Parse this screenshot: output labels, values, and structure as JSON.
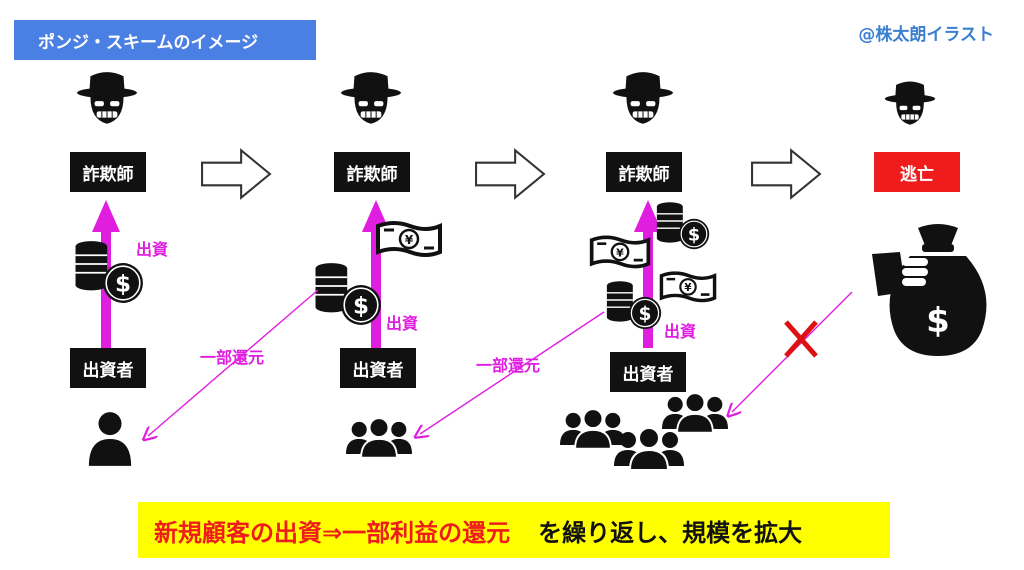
{
  "title": "ポンジ・スキームのイメージ",
  "credit": "@株太朗イラスト",
  "stages": [
    {
      "top_label": "詐欺師",
      "bottom_label": "出資者",
      "up_label": "出資"
    },
    {
      "top_label": "詐欺師",
      "bottom_label": "出資者",
      "up_label": "出資"
    },
    {
      "top_label": "詐欺師",
      "bottom_label": "出資者",
      "up_label": "出資"
    },
    {
      "top_label": "逃亡"
    }
  ],
  "return_labels": [
    "一部還元",
    "一部還元"
  ],
  "footer": {
    "highlight": "新規顧客の出資⇒一部利益の還元",
    "rest": "を繰り返し、規模を拡大"
  },
  "colors": {
    "title_bg": "#4a7fe3",
    "magenta": "#e01ee0",
    "escape_red": "#ee1c1c",
    "footer_bg": "#ffff00",
    "footer_red": "#ee1c1c"
  },
  "icons": [
    "hat-criminal-icon",
    "coin-stack-icon",
    "dollar-coin-icon",
    "yen-banknote-icon",
    "person-icon",
    "group-icon",
    "money-bag-icon",
    "cross-mark-icon",
    "arrow-right-icon"
  ]
}
